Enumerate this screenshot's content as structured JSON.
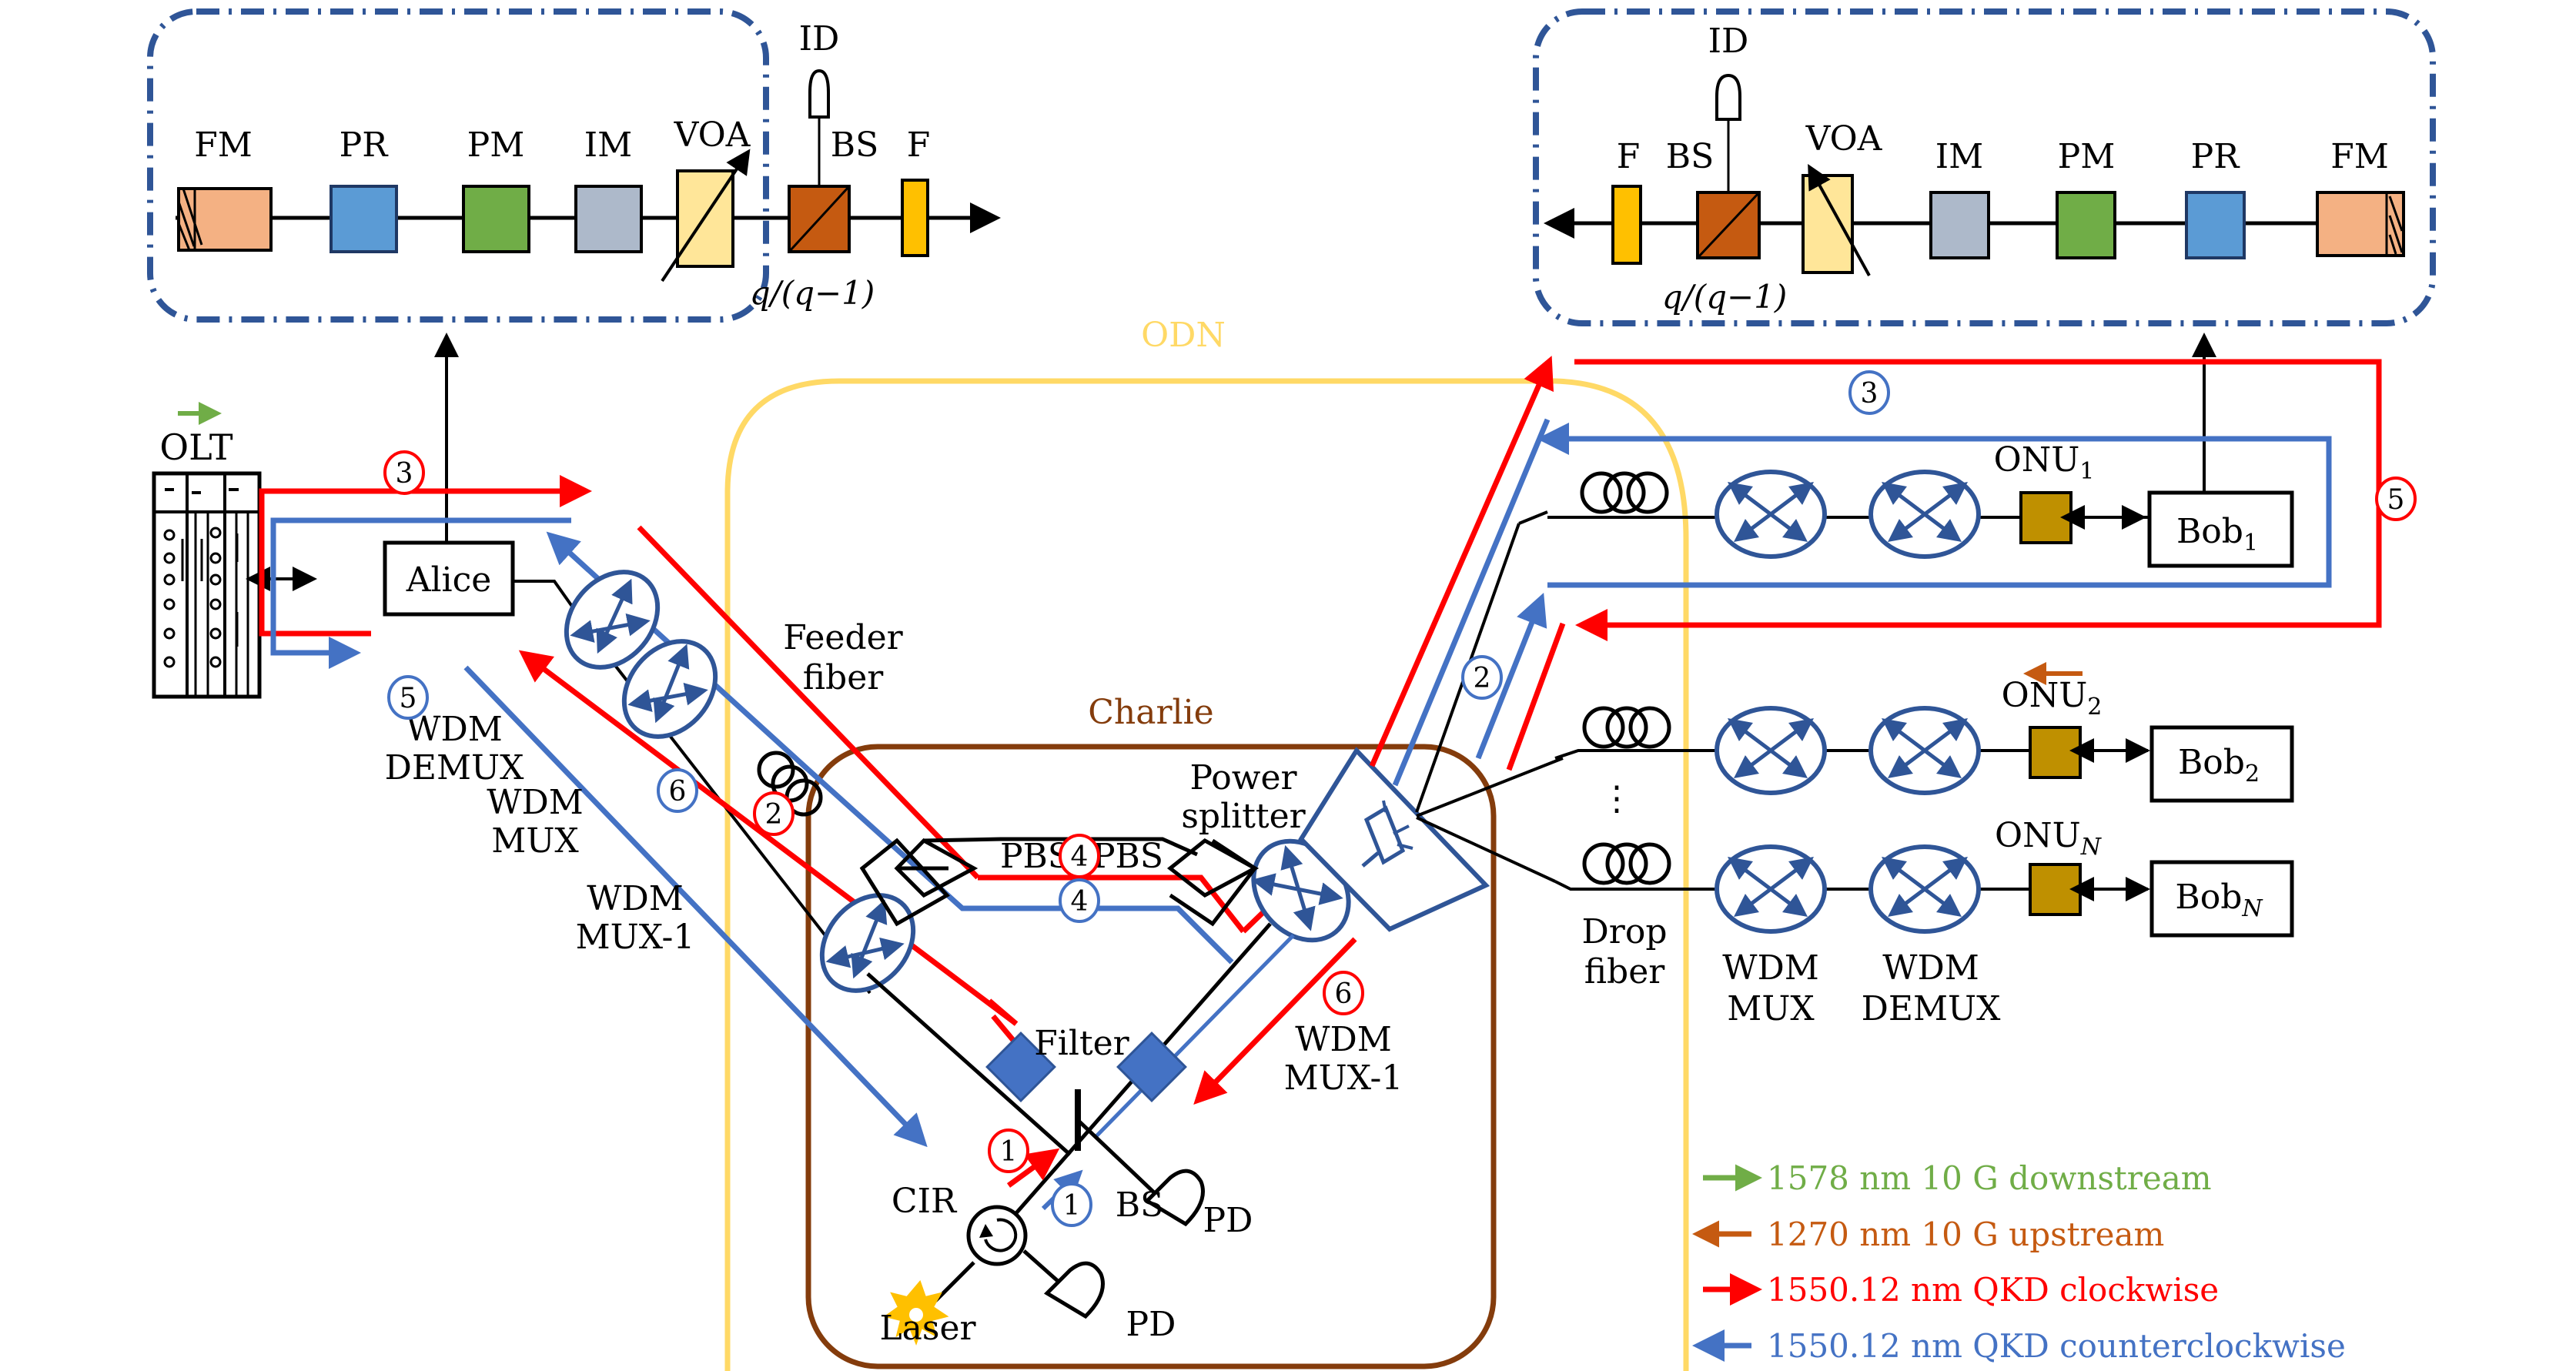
{
  "colors": {
    "red": "#ff0000",
    "blue": "#4472c4",
    "dark_blue": "#2f5597",
    "green": "#70ad47",
    "orange": "#c55a11",
    "yellow_odn": "#ffd966",
    "brown_charlie": "#843c0c",
    "fm": "#f4b183",
    "pr": "#5b9bd5",
    "pm": "#70ad47",
    "im": "#adb9ca",
    "voa": "#ffe699",
    "bs": "#c55a11",
    "filter_f": "#ffc000",
    "onu": "#bf9000",
    "laser": "#ffc000",
    "filter_sq": "#4472c4"
  },
  "alice_module": {
    "components": [
      "FM",
      "PR",
      "PM",
      "IM",
      "VOA",
      "BS",
      "F"
    ],
    "detector": "ID",
    "ratio": "q/(q−1)"
  },
  "bob_module": {
    "components": [
      "F",
      "BS",
      "VOA",
      "IM",
      "PM",
      "PR",
      "FM"
    ],
    "detector": "ID",
    "ratio": "q/(q−1)"
  },
  "labels": {
    "olt": "OLT",
    "alice": "Alice",
    "odn": "ODN",
    "charlie": "Charlie",
    "feeder_fiber_1": "Feeder",
    "feeder_fiber_2": "fiber",
    "wdm_demux_1": "WDM",
    "wdm_demux_2": "DEMUX",
    "wdm_mux_1": "WDM",
    "wdm_mux_2": "MUX",
    "wdm_mux1_left_1": "WDM",
    "wdm_mux1_left_2": "MUX-1",
    "wdm_mux1_right_1": "WDM",
    "wdm_mux1_right_2": "MUX-1",
    "pbs_left": "PBS",
    "pbs_right": "PBS",
    "filter": "Filter",
    "bs": "BS",
    "cir": "CIR",
    "laser": "Laser",
    "pd1": "PD",
    "pd2": "PD",
    "power_splitter_1": "Power",
    "power_splitter_2": "splitter",
    "drop_fiber_1": "Drop",
    "drop_fiber_2": "fiber",
    "wdm_mux_right_1": "WDM",
    "wdm_mux_right_2": "MUX",
    "wdm_demux_right_1": "WDM",
    "wdm_demux_right_2": "DEMUX",
    "ellipsis": "⋮"
  },
  "onus": [
    {
      "name": "ONU",
      "sub": "1",
      "bob": "Bob",
      "bob_sub": "1"
    },
    {
      "name": "ONU",
      "sub": "2",
      "bob": "Bob",
      "bob_sub": "2"
    },
    {
      "name": "ONU",
      "sub": "N",
      "bob": "Bob",
      "bob_sub": "N"
    }
  ],
  "step_markers": {
    "red_1": "1",
    "blue_1": "1",
    "red_2": "2",
    "blue_2": "2",
    "red_3": "3",
    "blue_3": "3",
    "red_4": "4",
    "blue_4": "4",
    "red_5": "5",
    "blue_5": "5",
    "red_6": "6",
    "blue_6": "6"
  },
  "legend": [
    {
      "text": "1578 nm 10 G downstream",
      "color": "#70ad47",
      "direction": "right"
    },
    {
      "text": "1270 nm 10 G upstream",
      "color": "#c55a11",
      "direction": "left"
    },
    {
      "text": "1550.12 nm QKD clockwise",
      "color": "#ff0000",
      "direction": "right"
    },
    {
      "text": "1550.12 nm QKD counterclockwise",
      "color": "#4472c4",
      "direction": "left"
    }
  ]
}
